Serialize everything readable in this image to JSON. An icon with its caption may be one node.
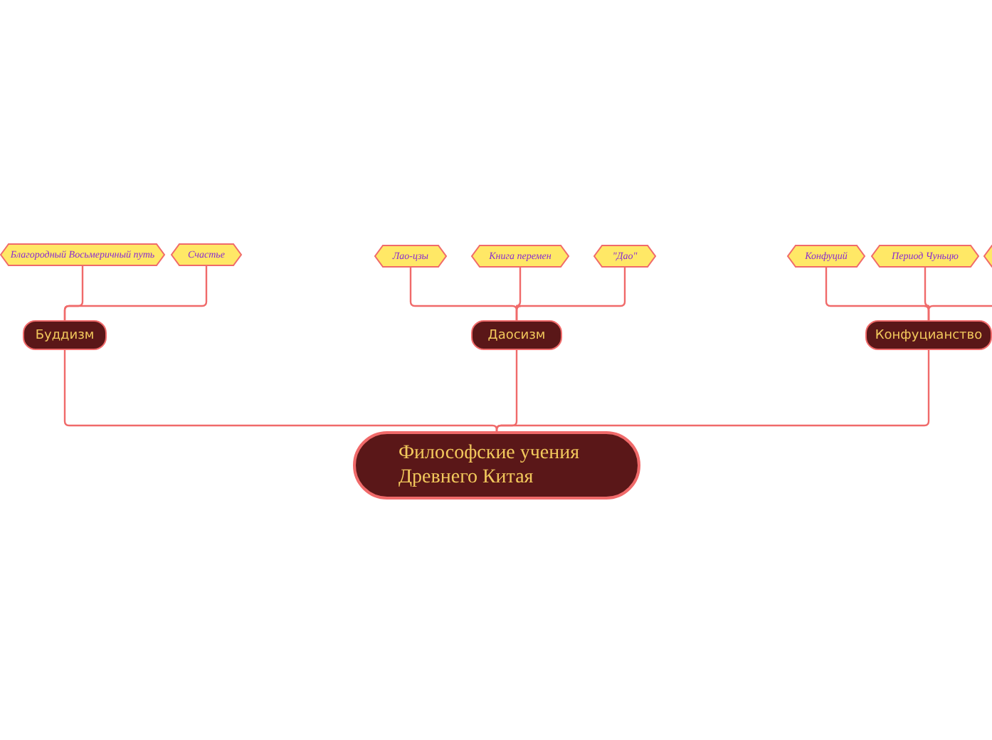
{
  "diagram": {
    "nodes": [
      {
        "text": [
          "Философские учения Древнего Китая"
        ]
      },
      {
        "text": [
          "Буддизм"
        ]
      },
      {
        "text": [
          "Даосизм"
        ]
      },
      {
        "text": [
          "Конфуцианство"
        ]
      },
      {
        "text": [
          "Благородный Восьмеричный путь"
        ]
      },
      {
        "text": [
          "Счастье"
        ]
      },
      {
        "text": [
          "Лао-цзы"
        ]
      },
      {
        "text": [
          "Книга перемен"
        ]
      },
      {
        "text": [
          "\"Дао\""
        ]
      },
      {
        "text": [
          "Конфуций"
        ]
      },
      {
        "text": [
          "Период Чуньцю"
        ]
      },
      {
        "text": [],
        "shape": "hexagon"
      }
    ],
    "edges": [
      {
        "from": 0,
        "to": 1,
        "arrow": "none"
      },
      {
        "from": 0,
        "to": 2,
        "arrow": "none"
      },
      {
        "from": 0,
        "to": 3,
        "arrow": "none"
      },
      {
        "from": 1,
        "to": 4,
        "arrow": "none"
      },
      {
        "from": 1,
        "to": 5,
        "arrow": "none"
      },
      {
        "from": 2,
        "to": 6,
        "arrow": "none"
      },
      {
        "from": 2,
        "to": 7,
        "arrow": "none"
      },
      {
        "from": 2,
        "to": 8,
        "arrow": "none"
      },
      {
        "from": 3,
        "to": 9,
        "arrow": "none"
      },
      {
        "from": 3,
        "to": 10,
        "arrow": "none"
      },
      {
        "from": 3,
        "to": 11,
        "arrow": "none"
      }
    ]
  }
}
